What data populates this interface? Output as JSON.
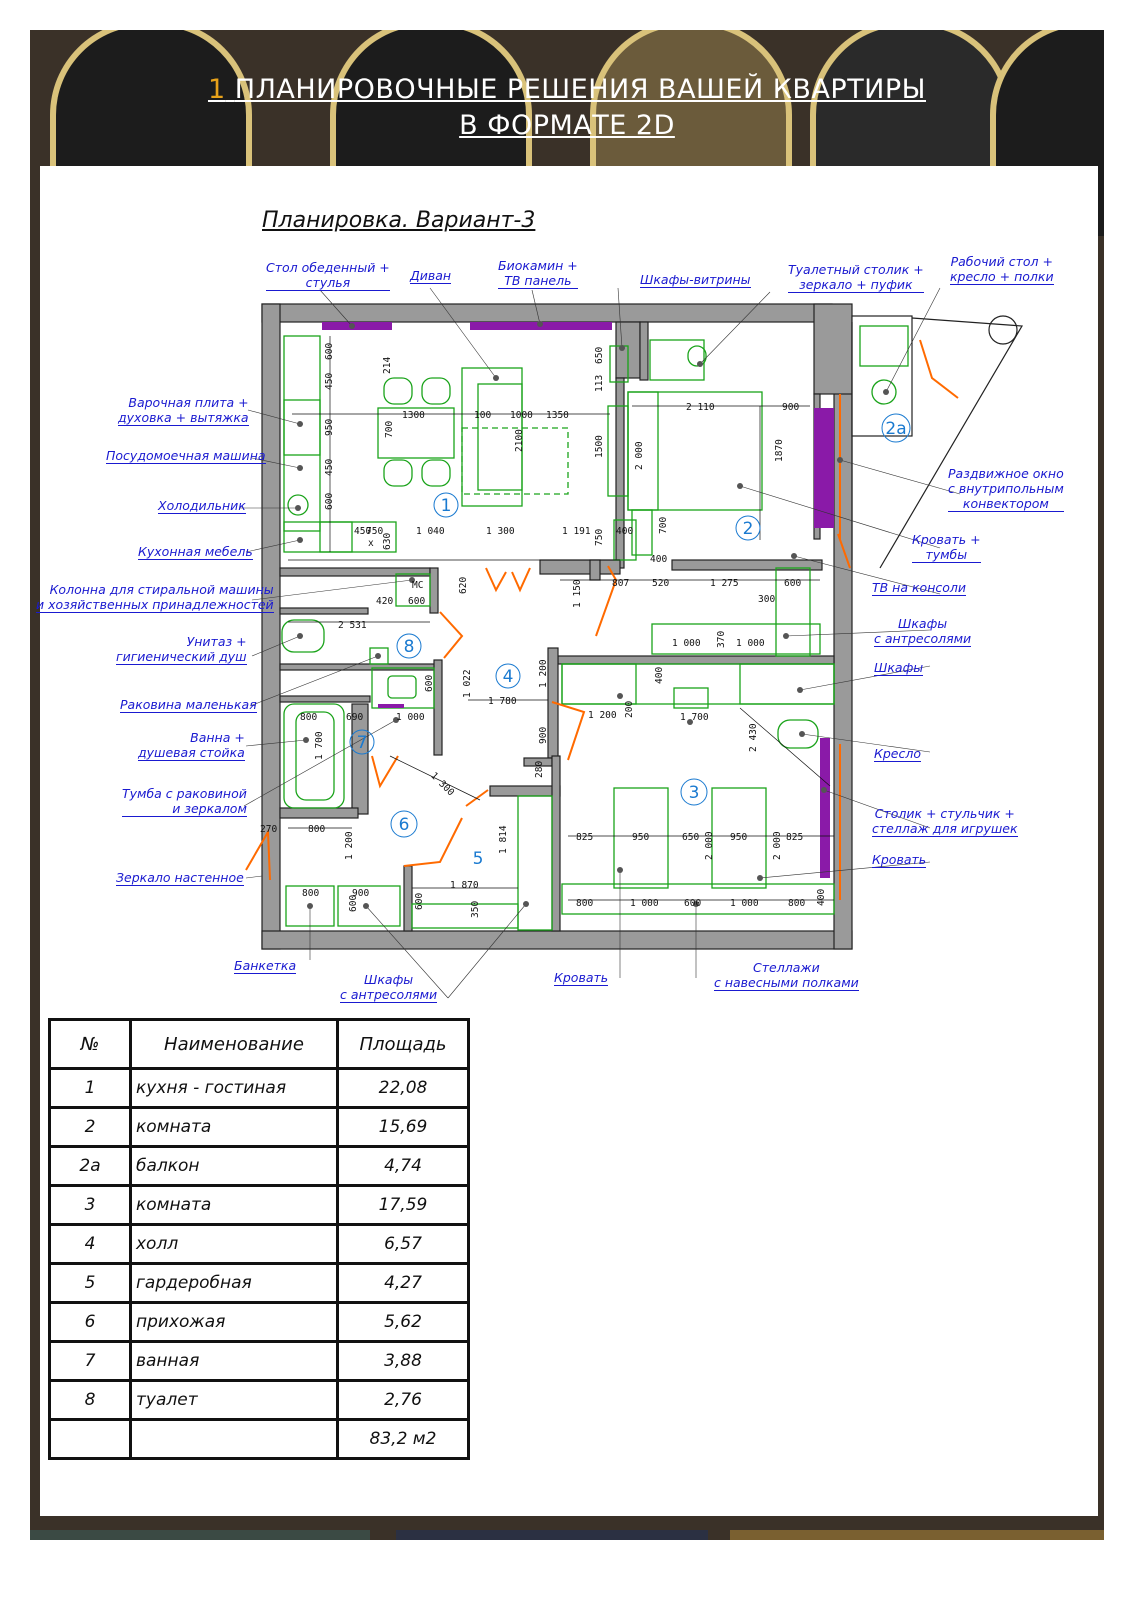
{
  "header": {
    "number": "1",
    "title_line1": "ПЛАНИРОВОЧНЫЕ РЕШЕНИЯ ВАШЕЙ КВАРТИРЫ",
    "title_line2": "В ФОРМАТЕ 2D"
  },
  "plan": {
    "title": "Планировка. Вариант-3"
  },
  "callouts": {
    "dining_table": "Стол обеденный +\nстулья",
    "sofa": "Диван",
    "biofireplace": "Биокамин +\nТВ панель",
    "showcase": "Шкафы-витрины",
    "dressing_table": "Туалетный столик +\nзеркало + пуфик",
    "workdesk": "Рабочий стол +\nкресло + полки",
    "hob": "Варочная плита +\nдуховка + вытяжка",
    "dishwasher": "Посудомоечная машина",
    "fridge": "Холодильник",
    "kitchen_furniture": "Кухонная мебель",
    "washer_column": "Колонна для стиральной машины\nи хозяйственных принадлежностей",
    "toilet": "Унитаз +\nгигиенический душ",
    "small_sink": "Раковина маленькая",
    "bath": "Ванна +\nдушевая стойка",
    "vanity": "Тумба с раковиной\nи зеркалом",
    "wall_mirror": "Зеркало настенное",
    "bench": "Банкетка",
    "wardrobes_bottom": "Шкафы\nс антресолями",
    "bed_bottom": "Кровать",
    "shelves": "Стеллажи\nс навесными полками",
    "sliding_window": "Раздвижное окно\nс внутрипольным\nконвектором",
    "bed_tumbas": "Кровать +\nтумбы",
    "tv_bracket": "ТВ на консоли",
    "wardrobes_mezz": "Шкафы\nс антресолями",
    "wardrobes": "Шкафы",
    "armchair": "Кресло",
    "kids_table": "Столик + стульчик +\nстеллаж для игрушек",
    "bed_right": "Кровать"
  },
  "room_numbers": [
    "1",
    "2",
    "2а",
    "3",
    "4",
    "5",
    "6",
    "7",
    "8"
  ],
  "dimensions": [
    "600",
    "450",
    "950",
    "450",
    "600",
    "214",
    "700",
    "1300",
    "100",
    "2100",
    "1350",
    "1500",
    "650",
    "113",
    "2 110",
    "900",
    "1870",
    "1 040",
    "1 300",
    "1 191",
    "750",
    "630",
    "450",
    "750",
    "400",
    "700",
    "400",
    "807",
    "520",
    "1 275",
    "600",
    "620",
    "1 150",
    "420",
    "600",
    "2 531",
    "300",
    "1 000",
    "370",
    "1 000",
    "400",
    "600",
    "690",
    "1 000",
    "1 022",
    "1 200",
    "1 780",
    "1 200",
    "200",
    "1 700",
    "2 430",
    "800",
    "1 700",
    "900",
    "1 300",
    "280",
    "1 814",
    "1 200",
    "800",
    "825",
    "950",
    "650",
    "950",
    "825",
    "2 000",
    "2 000",
    "1 870",
    "800",
    "1 000",
    "600",
    "1 000",
    "800",
    "800",
    "600",
    "900",
    "350",
    "600",
    "270",
    "400",
    "MC",
    "x",
    "1000",
    "2 000"
  ],
  "table": {
    "headers": {
      "num": "№",
      "name": "Наименование",
      "area": "Площадь"
    },
    "rows": [
      {
        "num": "1",
        "name": "кухня - гостиная",
        "area": "22,08"
      },
      {
        "num": "2",
        "name": "комната",
        "area": "15,69"
      },
      {
        "num": "2а",
        "name": "балкон",
        "area": "4,74"
      },
      {
        "num": "3",
        "name": "комната",
        "area": "17,59"
      },
      {
        "num": "4",
        "name": "холл",
        "area": "6,57"
      },
      {
        "num": "5",
        "name": "гардеробная",
        "area": "4,27"
      },
      {
        "num": "6",
        "name": "прихожая",
        "area": "5,62"
      },
      {
        "num": "7",
        "name": "ванная",
        "area": "3,88"
      },
      {
        "num": "8",
        "name": "туалет",
        "area": "2,76"
      }
    ],
    "total": "83,2 м2"
  },
  "colors": {
    "wall": "#222222",
    "furniture": "#1aa31a",
    "label": "#1a1ad0",
    "door": "#ff6a00",
    "accent": "#e8a21a",
    "dim": "#111111",
    "highlight": "#8a1aa8"
  }
}
